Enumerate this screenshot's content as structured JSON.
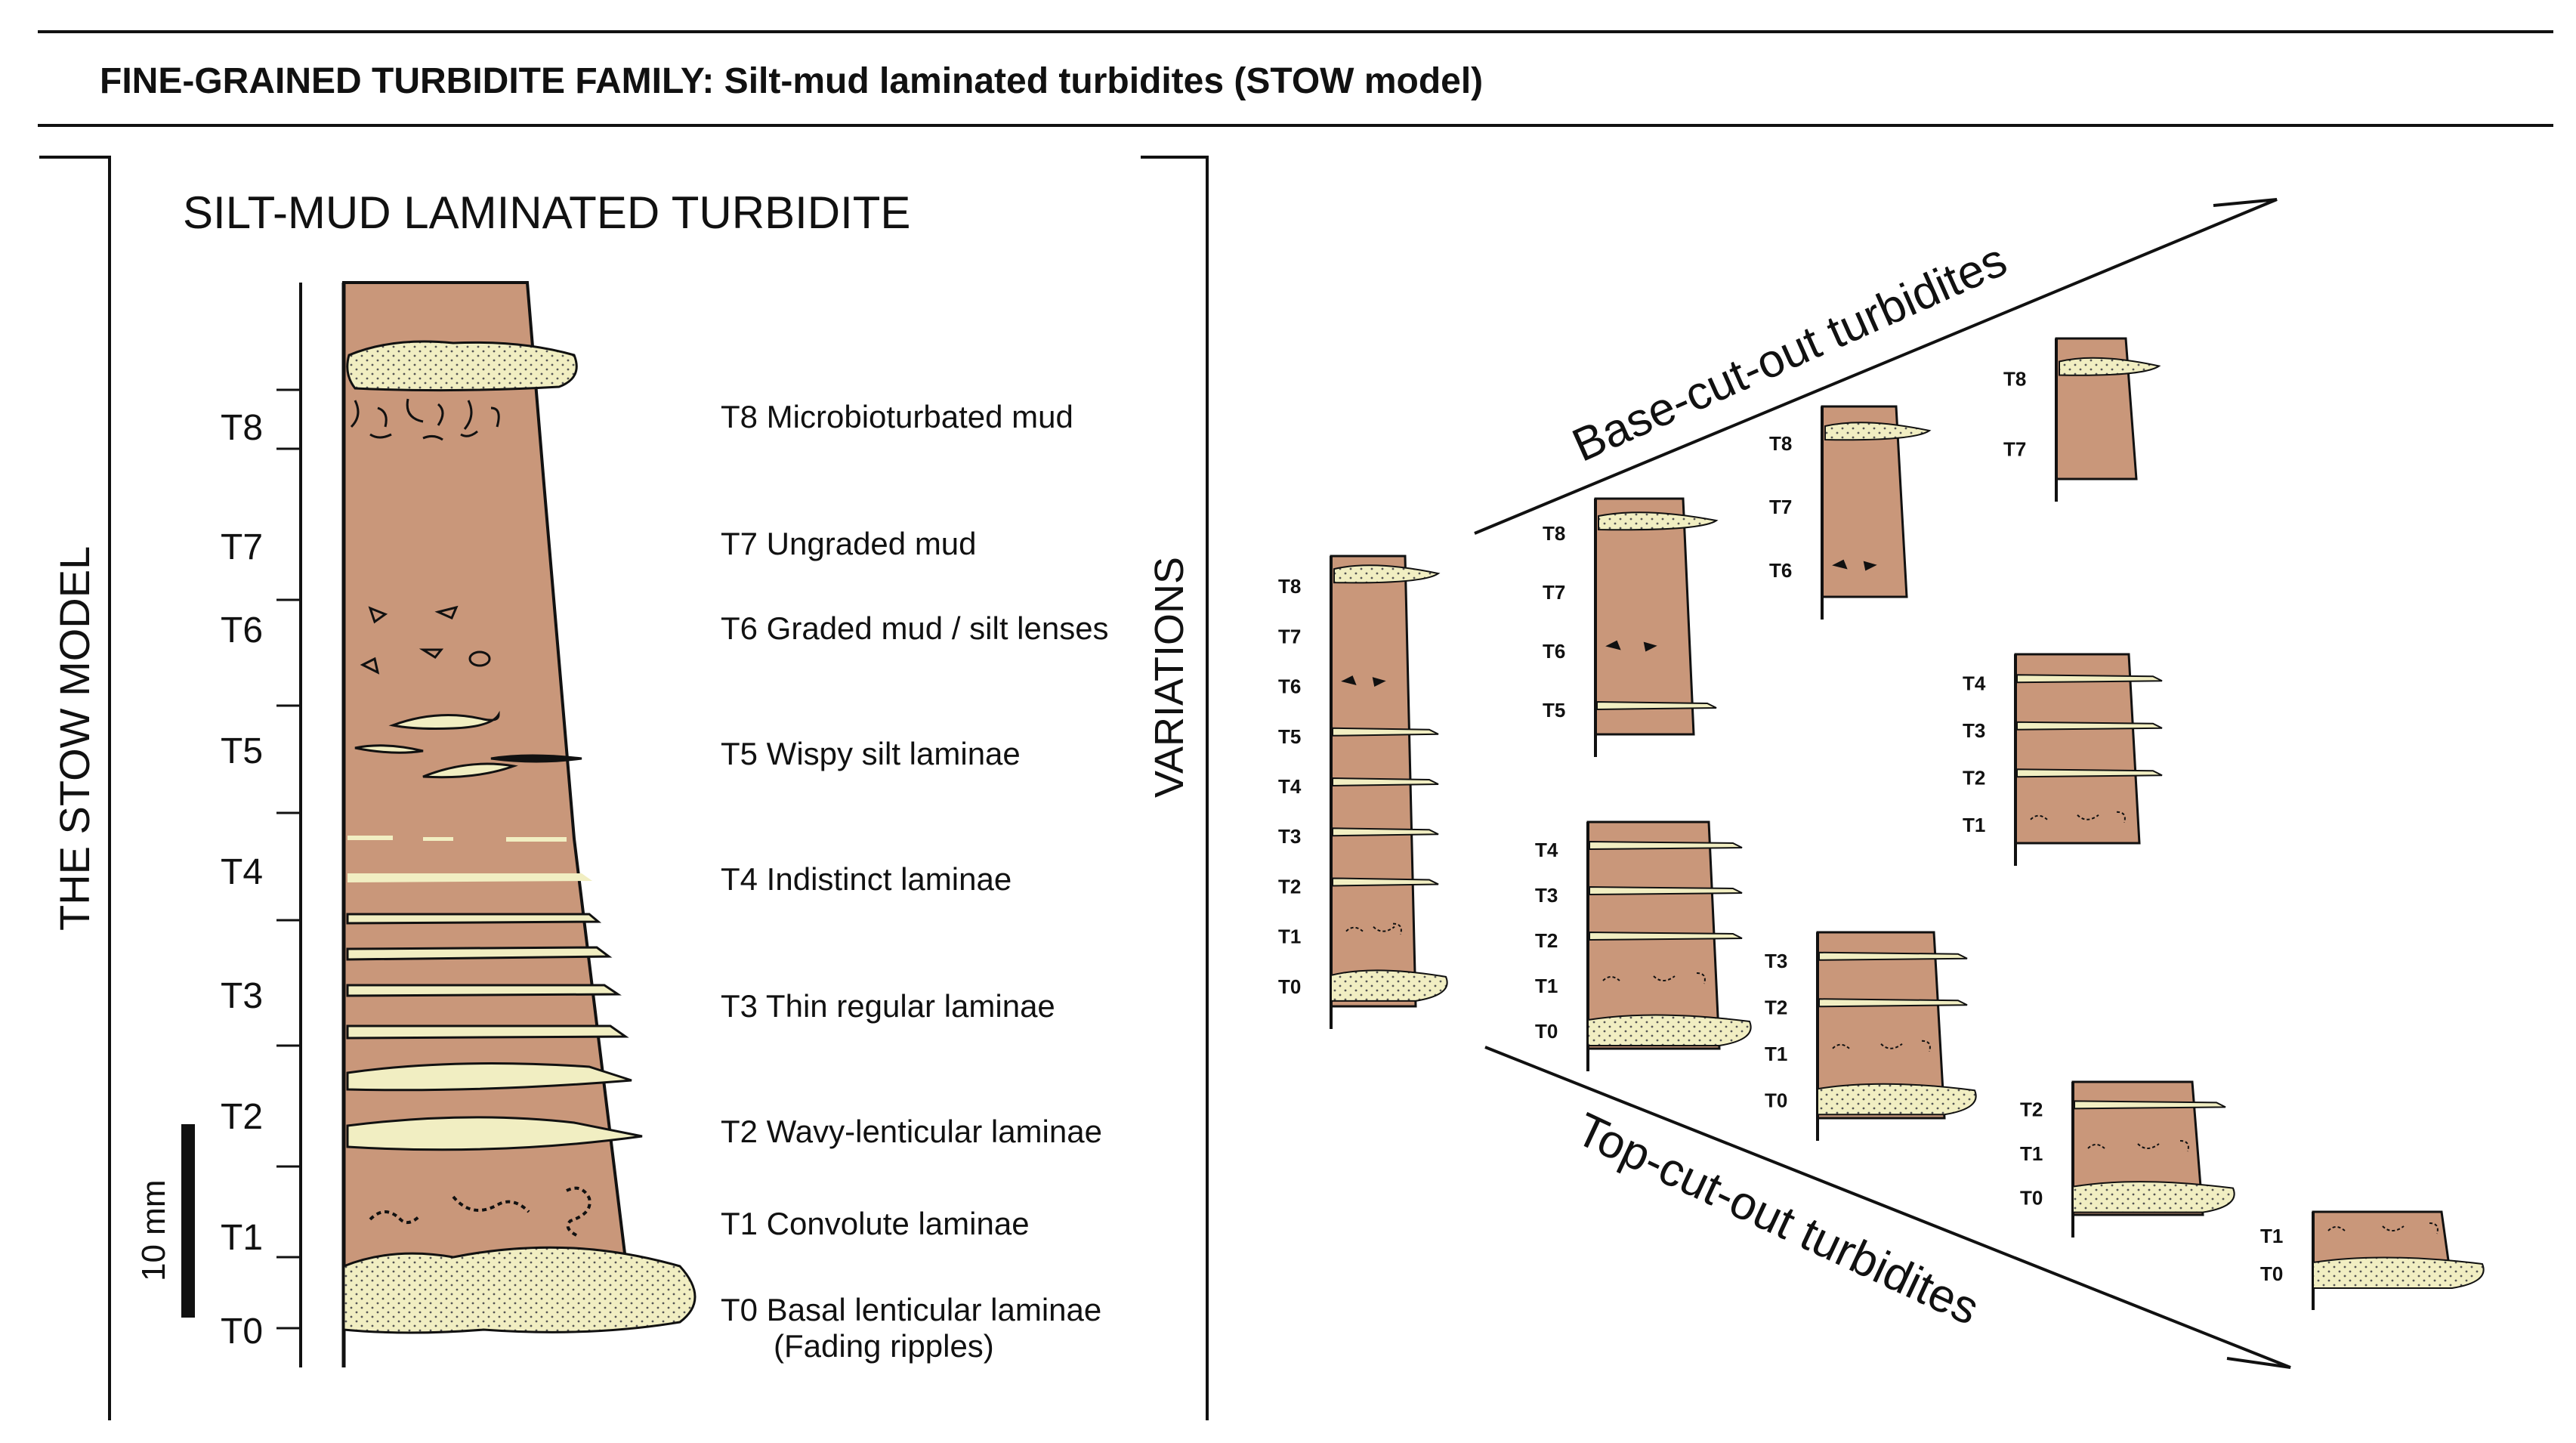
{
  "header": {
    "title_bold": "FINE-GRAINED TURBIDITE FAMILY:",
    "title_rest": "Silt-mud laminated turbidites (STOW model)"
  },
  "left_panel": {
    "side_title": "THE STOW MODEL",
    "title": "SILT-MUD LAMINATED TURBIDITE",
    "scale_label": "10 mm",
    "divisions": [
      {
        "code": "T8",
        "description": "T8 Microbioturbated mud"
      },
      {
        "code": "T7",
        "description": "T7 Ungraded mud"
      },
      {
        "code": "T6",
        "description": "T6 Graded mud / silt lenses"
      },
      {
        "code": "T5",
        "description": "T5 Wispy silt laminae"
      },
      {
        "code": "T4",
        "description": "T4 Indistinct laminae"
      },
      {
        "code": "T3",
        "description": "T3 Thin regular laminae"
      },
      {
        "code": "T2",
        "description": "T2 Wavy-lenticular laminae"
      },
      {
        "code": "T1",
        "description": "T1 Convolute laminae"
      },
      {
        "code": "T0",
        "description": "T0 Basal lenticular laminae"
      }
    ],
    "t0_note": "(Fading ripples)"
  },
  "right_panel": {
    "side_title": "VARIATIONS",
    "upper_label": "Base-cut-out turbidites",
    "lower_label": "Top-cut-out turbidites",
    "full_sequence": [
      "T8",
      "T7",
      "T6",
      "T5",
      "T4",
      "T3",
      "T2",
      "T1",
      "T0"
    ],
    "base_cut_out_columns": [
      [
        "T8",
        "T7",
        "T6",
        "T5"
      ],
      [
        "T8",
        "T7",
        "T6"
      ],
      [
        "T8",
        "T7"
      ]
    ],
    "top_cut_out_columns": [
      [
        "T4",
        "T3",
        "T2",
        "T1",
        "T0"
      ],
      [
        "T3",
        "T2",
        "T1",
        "T0"
      ],
      [
        "T2",
        "T1",
        "T0"
      ],
      [
        "T1",
        "T0"
      ]
    ],
    "middle_column": [
      "T4",
      "T3",
      "T2",
      "T1"
    ]
  },
  "colors": {
    "mud": "#c9977a",
    "silt": "#f1eec2",
    "line": "#111111"
  }
}
